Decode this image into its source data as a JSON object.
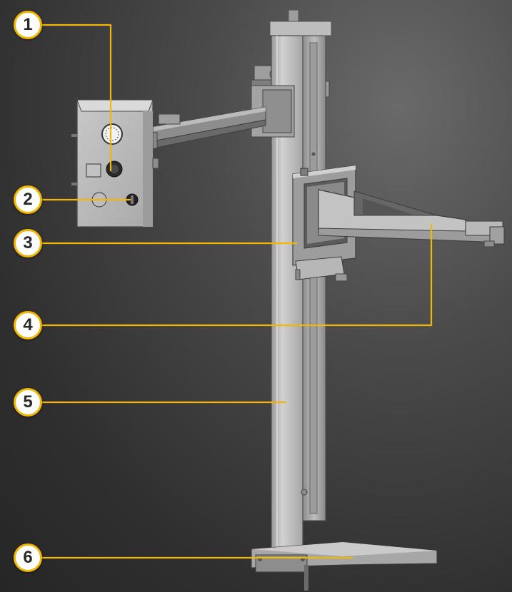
{
  "callouts": [
    {
      "id": "1",
      "label": "1"
    },
    {
      "id": "2",
      "label": "2"
    },
    {
      "id": "3",
      "label": "3"
    },
    {
      "id": "4",
      "label": "4"
    },
    {
      "id": "5",
      "label": "5"
    },
    {
      "id": "6",
      "label": "6"
    }
  ],
  "colors": {
    "leader_line": "#f2b705",
    "callout_fill": "#ffffff",
    "callout_border": "#f2b705",
    "callout_text": "#2a2a2a",
    "metal_light": "#c9c9c9",
    "metal_mid": "#a8a8a8",
    "metal_dark": "#7d7d7d"
  }
}
